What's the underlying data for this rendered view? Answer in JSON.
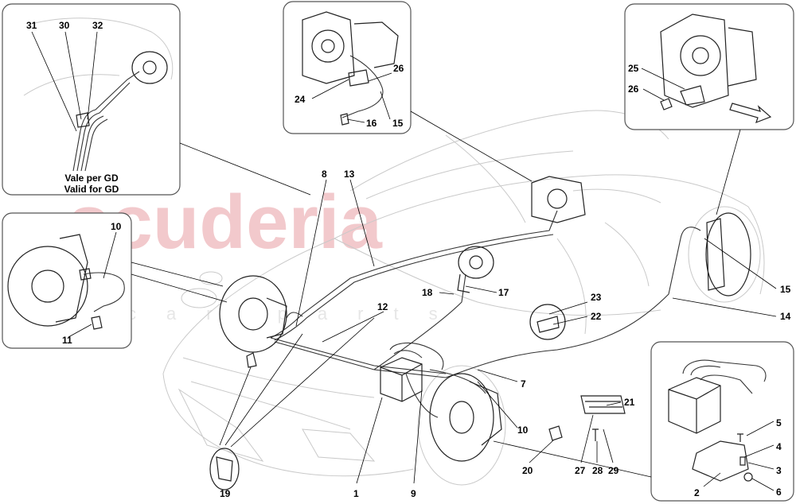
{
  "watermark": {
    "main": "scuderia",
    "sub": "car parts"
  },
  "note": {
    "line1": "Vale per GD",
    "line2": "Valid for GD"
  },
  "labels": [
    {
      "id": "l31",
      "text": "31"
    },
    {
      "id": "l30",
      "text": "30"
    },
    {
      "id": "l32",
      "text": "32"
    },
    {
      "id": "l26a",
      "text": "26"
    },
    {
      "id": "l24",
      "text": "24"
    },
    {
      "id": "l16",
      "text": "16"
    },
    {
      "id": "l15a",
      "text": "15"
    },
    {
      "id": "l25",
      "text": "25"
    },
    {
      "id": "l26b",
      "text": "26"
    },
    {
      "id": "l8",
      "text": "8"
    },
    {
      "id": "l13",
      "text": "13"
    },
    {
      "id": "l10a",
      "text": "10"
    },
    {
      "id": "l11",
      "text": "11"
    },
    {
      "id": "l12",
      "text": "12"
    },
    {
      "id": "l18",
      "text": "18"
    },
    {
      "id": "l17",
      "text": "17"
    },
    {
      "id": "l23",
      "text": "23"
    },
    {
      "id": "l22",
      "text": "22"
    },
    {
      "id": "l14",
      "text": "14"
    },
    {
      "id": "l15b",
      "text": "15"
    },
    {
      "id": "l7",
      "text": "7"
    },
    {
      "id": "l10b",
      "text": "10"
    },
    {
      "id": "l9",
      "text": "9"
    },
    {
      "id": "l1",
      "text": "1"
    },
    {
      "id": "l19",
      "text": "19"
    },
    {
      "id": "l20",
      "text": "20"
    },
    {
      "id": "l21",
      "text": "21"
    },
    {
      "id": "l27",
      "text": "27"
    },
    {
      "id": "l28",
      "text": "28"
    },
    {
      "id": "l29",
      "text": "29"
    },
    {
      "id": "l5",
      "text": "5"
    },
    {
      "id": "l4",
      "text": "4"
    },
    {
      "id": "l3",
      "text": "3"
    },
    {
      "id": "l2",
      "text": "2"
    },
    {
      "id": "l6",
      "text": "6"
    }
  ]
}
